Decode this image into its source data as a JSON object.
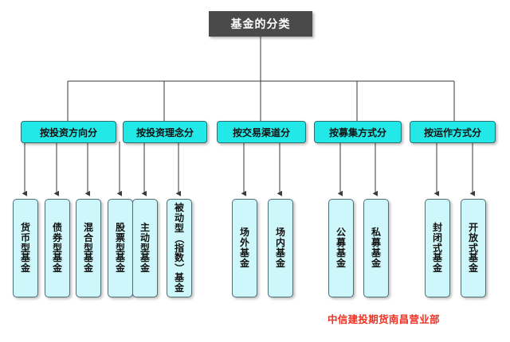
{
  "diagram": {
    "title": "基金的分类",
    "root": {
      "label": "基金的分类",
      "fill": "#4a4a4a",
      "text_color": "#ffffff"
    },
    "category_style": {
      "fill": "#22e8e8",
      "border": "#2d6e6e",
      "text_color": "#111111"
    },
    "leaf_style": {
      "fill": "#cdf7fa",
      "border": "#4d6f74",
      "text_color": "#111111"
    },
    "connector_color": "#3a3a3a",
    "categories": [
      {
        "label": "按投资方向分",
        "children": [
          {
            "label": "货币型基金",
            "chars": [
              "货",
              "币",
              "型",
              "基",
              "金"
            ]
          },
          {
            "label": "债券型基金",
            "chars": [
              "债",
              "券",
              "型",
              "基",
              "金"
            ]
          },
          {
            "label": "混合型基金",
            "chars": [
              "混",
              "合",
              "型",
              "基",
              "金"
            ]
          },
          {
            "label": "股票型基金",
            "chars": [
              "股",
              "票",
              "型",
              "基",
              "金"
            ]
          }
        ]
      },
      {
        "label": "按投资理念分",
        "children": [
          {
            "label": "主动型基金",
            "chars": [
              "主",
              "动",
              "型",
              "基",
              "金"
            ]
          },
          {
            "label": "被动型（指数）基金",
            "chars": [
              "被",
              "动",
              "型",
              "（",
              "指",
              "数",
              "）",
              "基",
              "金"
            ]
          }
        ]
      },
      {
        "label": "按交易渠道分",
        "children": [
          {
            "label": "场外基金",
            "chars": [
              "场",
              "外",
              "基",
              "金"
            ]
          },
          {
            "label": "场内基金",
            "chars": [
              "场",
              "内",
              "基",
              "金"
            ]
          }
        ]
      },
      {
        "label": "按募集方式分",
        "children": [
          {
            "label": "公募基金",
            "chars": [
              "公",
              "募",
              "基",
              "金"
            ]
          },
          {
            "label": "私募基金",
            "chars": [
              "私",
              "募",
              "基",
              "金"
            ]
          }
        ]
      },
      {
        "label": "按运作方式分",
        "children": [
          {
            "label": "封闭式基金",
            "chars": [
              "封",
              "闭",
              "式",
              "基",
              "金"
            ]
          },
          {
            "label": "开放式基金",
            "chars": [
              "开",
              "放",
              "式",
              "基",
              "金"
            ]
          }
        ]
      }
    ]
  },
  "watermark": {
    "text": "中信建投期货南昌营业部",
    "color": "#ee3224"
  }
}
